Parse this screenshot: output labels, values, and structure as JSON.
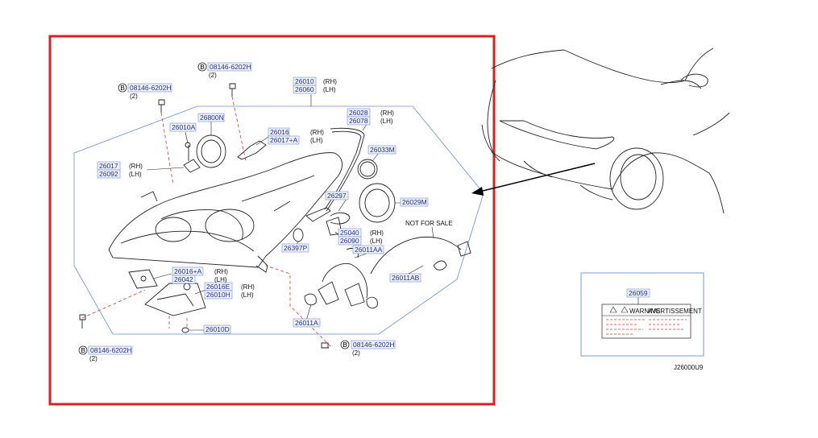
{
  "callouts": {
    "bolt_top": "08146-6202H",
    "bolt_top_qty": "(2)",
    "bolt_left": "08146-6202H",
    "bolt_left_qty": "(2)",
    "bolt_bl": "08146-6202H",
    "bolt_bl_qty": "(2)",
    "bolt_br": "08146-6202H",
    "bolt_br_qty": "(2)",
    "p26010": "26010",
    "p26060": "26060",
    "p26010_rh": "(RH)",
    "p26060_lh": "(LH)",
    "p26028": "26028",
    "p26078": "26078",
    "p26028_rh": "(RH)",
    "p26078_lh": "(LH)",
    "p26800N": "26800N",
    "p26010A": "26010A",
    "p26016": "26016",
    "p26017A": "26017+A",
    "p26016_rh": "(RH)",
    "p26017_lh": "(LH)",
    "p26017": "26017",
    "p26092": "26092",
    "p26017_rh": "(RH)",
    "p26092_lh": "(LH)",
    "p26033M": "26033M",
    "p26297": "26297",
    "p26029M": "26029M",
    "not_for_sale": "NOT   FOR   SALE",
    "p25040": "25040",
    "p26090": "26090",
    "p25040_rh": "(RH)",
    "p26090_lh": "(LH)",
    "p26397P": "26397P",
    "p26011AA": "26011AA",
    "p26011AB": "26011AB",
    "p26016A": "26016+A",
    "p26042": "26042",
    "p26016A_rh": "(RH)",
    "p26042_lh": "(LH)",
    "p26016E": "26016E",
    "p26010H": "26010H",
    "p26016E_rh": "(RH)",
    "p26010H_lh": "(LH)",
    "p26011A": "26011A",
    "p26010D": "26010D",
    "b_symbol": "B"
  },
  "label_panel": {
    "part": "26059",
    "warning": "WARNING",
    "avertissement": "AVERTISSEMENT"
  },
  "figure_code": "J26000U9",
  "colors": {
    "highlight_frame": "#e01e1e",
    "callout_text": "#2a2a8c",
    "callout_box": "#6b8fd6",
    "dash_line": "#e0342c"
  }
}
